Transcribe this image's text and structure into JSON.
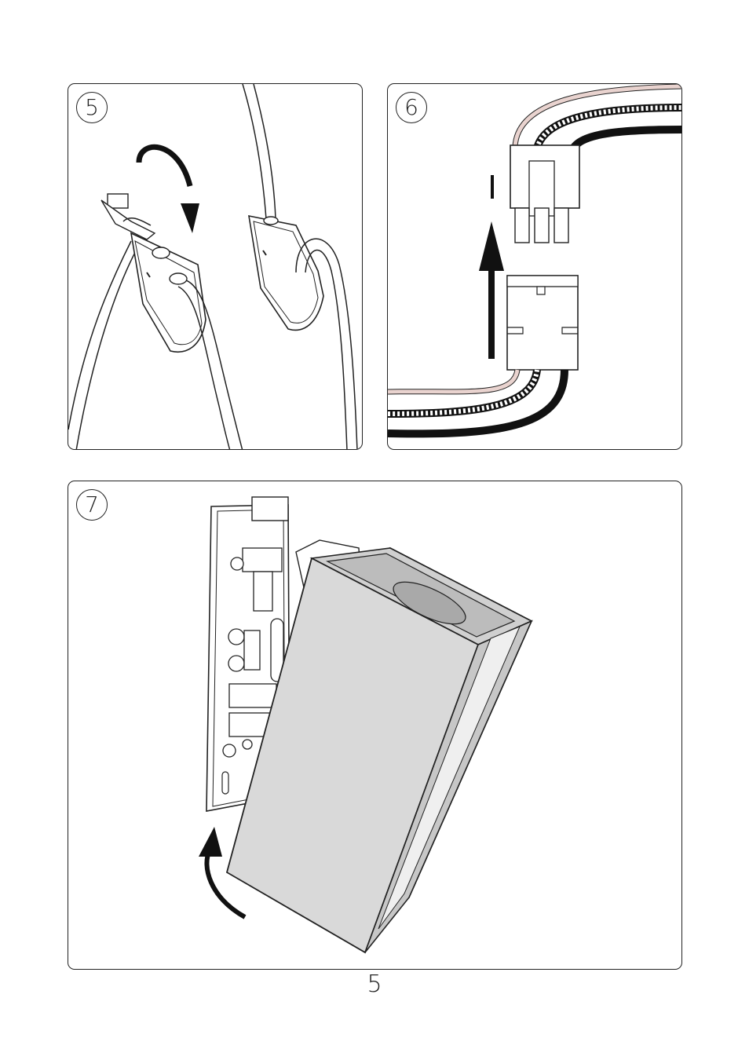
{
  "steps": [
    {
      "number": "5"
    },
    {
      "number": "6"
    },
    {
      "number": "7"
    }
  ],
  "page": {
    "number": "5"
  },
  "colors": {
    "line": "#1a1a1a",
    "fixture_fill": "#d9d9d9",
    "wire_pink": "#e9d3cf"
  },
  "icons": [
    "curved-arrow-icon",
    "straight-arrow-icon"
  ]
}
